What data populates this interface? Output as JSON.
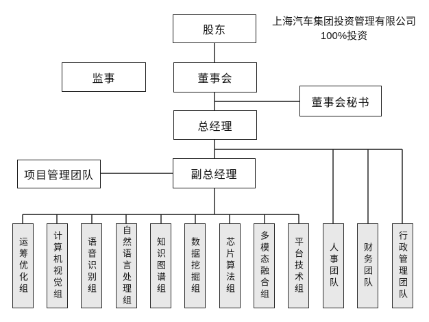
{
  "annotation": {
    "line1": "上海汽车集团投资管理有限公司",
    "line2": "100%投资"
  },
  "nodes": {
    "shareholder": "股东",
    "supervisor": "监事",
    "board": "董事会",
    "board_secretary": "董事会秘书",
    "general_manager": "总经理",
    "deputy_general_manager": "副总经理",
    "project_management_team": "项目管理团队"
  },
  "departments": [
    {
      "label": "运筹优化组"
    },
    {
      "label": "计算机视觉组"
    },
    {
      "label": "语音识别组"
    },
    {
      "label": "自然语言处理组"
    },
    {
      "label": "知识图谱组"
    },
    {
      "label": "数据挖掘组"
    },
    {
      "label": "芯片算法组"
    },
    {
      "label": "多模态融合组"
    },
    {
      "label": "平台技术组"
    },
    {
      "label": "人事团队"
    },
    {
      "label": "财务团队"
    },
    {
      "label": "行政管理团队"
    }
  ],
  "colors": {
    "background": "#ffffff",
    "box_border": "#1a1a1a",
    "dept_fill": "#e8e8e8",
    "line": "#1a1a1a",
    "text": "#111111"
  }
}
